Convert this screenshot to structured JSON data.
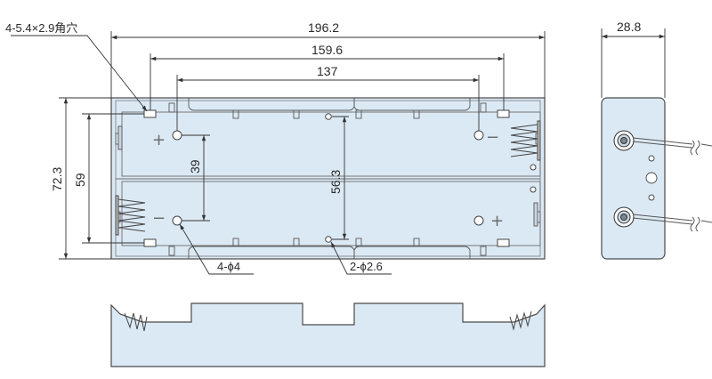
{
  "annotations": {
    "square_holes": "4-5.4×2.9角穴",
    "holes_d4": "4-ϕ4",
    "holes_d26": "2-ϕ2.6"
  },
  "dimensions": {
    "overall_width": "196.2",
    "mount_pitch": "159.6",
    "hole_pitch": "137",
    "overall_height": "72.3",
    "slot_height": "59",
    "hole_vertical_left": "39",
    "hole_vertical_center": "56.3",
    "side_depth": "28.8"
  },
  "polarity": {
    "plus": "+",
    "minus": "−"
  },
  "colors": {
    "body_fill": "#dbe9f4",
    "outline": "#4a4a4a",
    "dim_line": "#333333",
    "background": "#ffffff"
  }
}
